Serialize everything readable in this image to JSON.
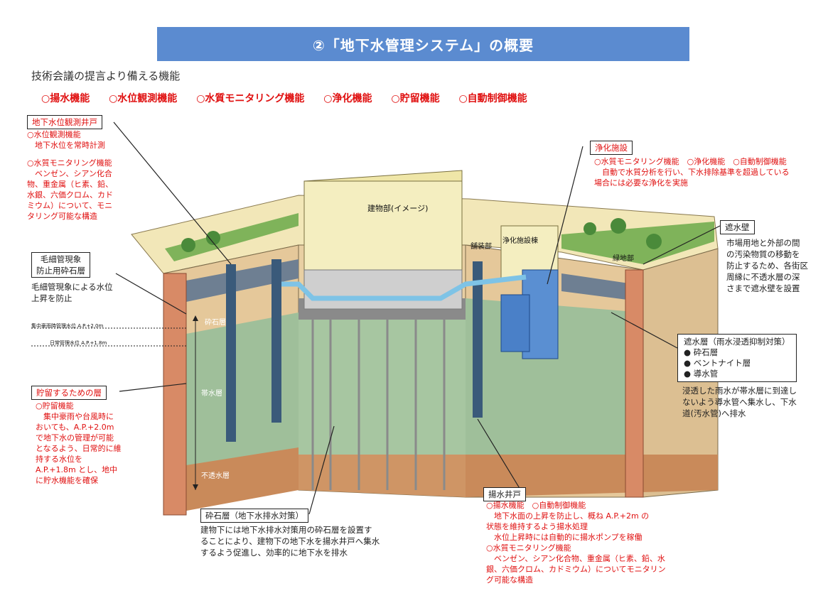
{
  "header": {
    "title": "②「地下水管理システム」の概要",
    "subtitle": "技術会議の提言より備える機能",
    "functions": [
      "○揚水機能",
      "○水位観測機能",
      "○水質モニタリング機能",
      "○浄化機能",
      "○貯留機能",
      "○自動制御機能"
    ]
  },
  "observation_well": {
    "label": "地下水位観測井戸",
    "lines": [
      "○水位観測機能",
      "　地下水位を常時計測",
      "",
      "○水質モニタリング機能",
      "　ベンゼン、シアン化合",
      "物、重金属（ヒ素、鉛、",
      "水銀、六価クロム、カド",
      "ミウム）について、モニ",
      "タリング可能な構造"
    ]
  },
  "capillary": {
    "label_line1": "毛細管現象",
    "label_line2": "防止用砕石層",
    "lines": [
      "毛細管現象による水位",
      "上昇を防止"
    ]
  },
  "levels": {
    "high": "集中豪雨時管理水位 A.P.+2.0m",
    "normal": "日常管理水位 A.P.+1.8m"
  },
  "storage": {
    "label": "貯留するための層",
    "lines": [
      "○貯留機能",
      "　集中豪雨や台風時に",
      "おいても、A.P.+2.0m",
      "で地下水の管理が可能",
      "となるよう、日常的に維",
      "持する水位を",
      "A.P.+1.8m とし、地中",
      "に貯水機能を確保"
    ]
  },
  "purification": {
    "label": "浄化施設",
    "lines": [
      "○水質モニタリング機能　○浄化機能　○自動制御機能",
      "　自動で水質分析を行い、下水排除基準を超過している",
      "場合には必要な浄化を実施"
    ]
  },
  "cutoff_wall": {
    "label": "遮水壁",
    "lines": [
      "市場用地と外部の間",
      "の汚染物質の移動を",
      "防止するため、各街区",
      "周縁に不透水層の深",
      "さまで遮水壁を設置"
    ]
  },
  "impermeable_layer": {
    "label": "遮水層（雨水浸透抑制対策）",
    "items": [
      "砕石層",
      "ベントナイト層",
      "導水管"
    ],
    "lines": [
      "浸透した雨水が帯水層に到達し",
      "ないよう導水管へ集水し、下水",
      "道(汚水管)へ排水"
    ]
  },
  "pump_well": {
    "label": "揚水井戸",
    "lines": [
      "○揚水機能　○自動制御機能",
      "　地下水面の上昇を防止し、概ね A.P.+2m の",
      "状態を維持するよう揚水処理",
      "　水位上昇時には自動的に揚水ポンプを稼働",
      "○水質モニタリング機能",
      "　ベンゼン、シアン化合物、重金属（ヒ素、鉛、水",
      "銀、六価クロム、カドミウム）についてモニタリン",
      "グ可能な構造"
    ]
  },
  "gravel_layer": {
    "label": "砕石層（地下水排水対策）",
    "lines": [
      "建物下には地下水排水対策用の砕石層を設置す",
      "ることにより、建物下の地下水を揚水井戸へ集水",
      "するよう促進し、効率的に地下水を排水"
    ]
  },
  "diagram_labels": {
    "building": "建物部(イメージ)",
    "purification_building": "浄化施設棟",
    "paved": "舗装部",
    "green": "緑地部",
    "gravel": "砕石層",
    "aquifer": "帯水層",
    "impermeable": "不透水層"
  },
  "colors": {
    "title_bar": "#5b8bd0",
    "accent_red": "#e01010",
    "aquifer": "#9fbf9a",
    "soil": "#e5c89a",
    "wall": "#d88a66",
    "pipe": "#7ec3e6"
  }
}
